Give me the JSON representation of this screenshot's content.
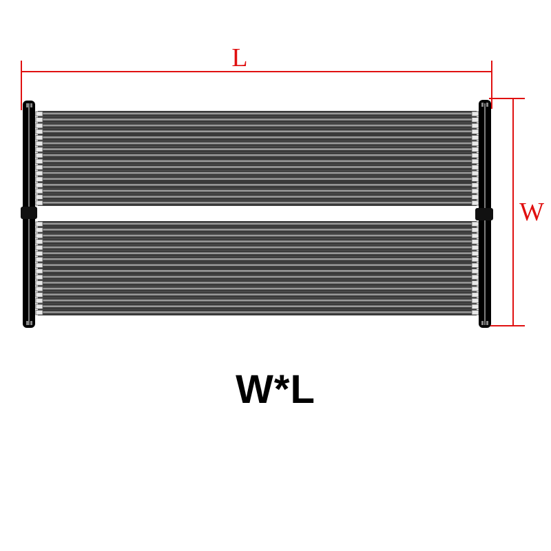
{
  "dimensions": {
    "length_label": "L",
    "width_label": "W",
    "dimension_color": "#e01010"
  },
  "caption": "W*L",
  "panel": {
    "tube_color_dark": "#3a3a3a",
    "tube_color_light": "#9a9a9a",
    "header_color": "#000000",
    "sections": 2
  }
}
